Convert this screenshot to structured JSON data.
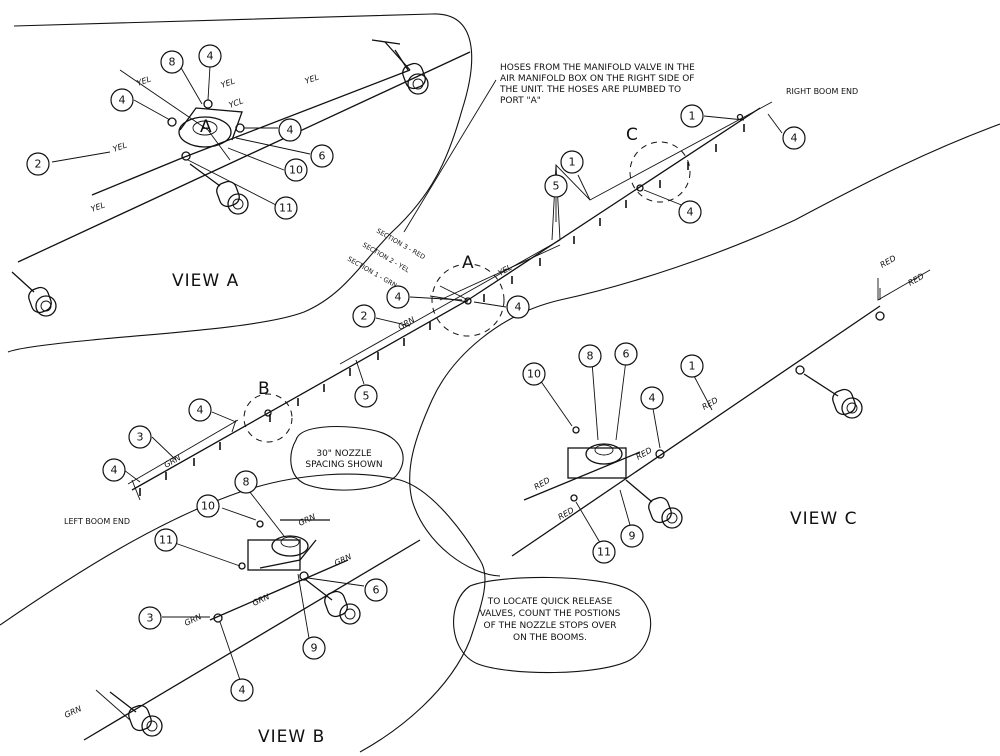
{
  "notes": {
    "hoses": [
      "HOSES FROM THE MANIFOLD VALVE IN THE",
      "AIR MANIFOLD BOX ON THE RIGHT SIDE OF",
      "THE UNIT. THE HOSES ARE PLUMBED TO",
      "PORT \"A\""
    ],
    "spacing": [
      "30\" NOZZLE",
      "SPACING SHOWN"
    ],
    "locate": [
      "TO LOCATE QUICK RELEASE",
      "VALVES, COUNT THE POSTIONS",
      "OF THE NOZZLE STOPS OVER",
      "ON THE BOOMS."
    ]
  },
  "labels": {
    "right_boom_end": "RIGHT BOOM END",
    "left_boom_end": "LEFT BOOM END",
    "view_a": "VIEW A",
    "view_b": "VIEW B",
    "view_c": "VIEW C",
    "detail_a": "A",
    "detail_b": "B",
    "detail_c": "C",
    "inset_a": "A"
  },
  "sections": [
    "SECTION 3 - RED",
    "SECTION 2 - YEL",
    "SECTION 1 - GRN"
  ],
  "hose_colors": {
    "yel": "YEL",
    "red": "RED",
    "grn": "GRN",
    "ycl": "YCL"
  },
  "callouts": {
    "a_8": "8",
    "a_4_top": "4",
    "a_4_left": "4",
    "a_4_right": "4",
    "a_2": "2",
    "a_6": "6",
    "a_10": "10",
    "a_11": "11",
    "m_1_top": "1",
    "m_4_top": "4",
    "m_1_mid": "1",
    "m_5_top": "5",
    "m_4_c": "4",
    "m_4_a_left": "4",
    "m_4_a_right": "4",
    "m_2": "2",
    "m_5_bot": "5",
    "m_4_b": "4",
    "m_3": "3",
    "m_4_left_end": "4",
    "b_10": "10",
    "b_8": "8",
    "b_11": "11",
    "b_3": "3",
    "b_6": "6",
    "b_9": "9",
    "b_4": "4",
    "c_10": "10",
    "c_8": "8",
    "c_6": "6",
    "c_4": "4",
    "c_1": "1",
    "c_9": "9",
    "c_11": "11"
  }
}
